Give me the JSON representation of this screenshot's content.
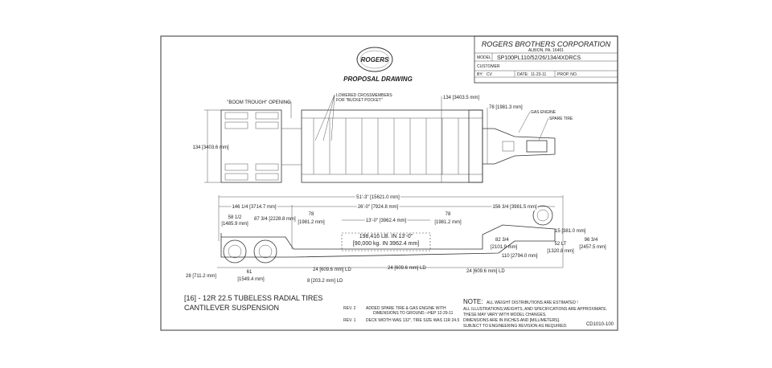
{
  "title_block": {
    "company": "ROGERS BROTHERS CORPORATION",
    "location": "ALBION, PA. 16401",
    "model_label": "MODEL",
    "model": "SP100PL110/52/26/134/4XDRCS",
    "customer_label": "CUSTOMER",
    "by_label": "BY:",
    "by": "CV",
    "date_label": "DATE:",
    "date": "11-23-11",
    "prop_label": "PROP. NO."
  },
  "logo": {
    "text": "ROGERS"
  },
  "heading": "PROPOSAL DRAWING",
  "plan_view": {
    "boom_trough": "\"BOOM TROUGH\" OPENING",
    "crossmembers": "LOWERED CROSSMEMBERS",
    "bucket_pocket": "FOR \"BUCKET POCKET\"",
    "width_deck": "134 [3403.5 mm]",
    "width_gooseneck": "78 [1981.3 mm]",
    "gas_engine": "GAS ENGINE",
    "spare_tire": "SPARE TIRE",
    "overall_width": "134 [3403.6 mm]"
  },
  "side_view": {
    "overall_length": "51'-3\" [15621.0 mm]",
    "rear_length": "146 1/4 [3714.7 mm]",
    "deck_length": "26'-0\" [7924.8 mm]",
    "neck_length": "156 3/4 [3981.5 mm]",
    "axle_a": "58 1/2",
    "axle_a_mm": "[1485.9 mm]",
    "axle_b": "87 3/4 [2228.8 mm]",
    "deck_left": "78",
    "deck_left_mm": "[1981.2 mm]",
    "deck_right": "78",
    "deck_right_mm": "[1981.2 mm]",
    "load_span": "13'-0\" [3962.4 mm]",
    "load_lb": "198,416 LB. IN 13'-0\"",
    "load_kg": "[90,000 kg. IN 3962.4 mm]",
    "deck_height": "28 [711.2 mm]",
    "axle_spread": "61",
    "axle_spread_mm": "[1549.4 mm]",
    "ld1": "24 [609.6 mm] LD",
    "ld2": "8 [203.2 mm] LD",
    "ld3": "24 [609.6 mm] LD",
    "ld4": "24 [609.6 mm] LD",
    "neck_15": "15 [381.0 mm]",
    "neck_82": "82 3/4",
    "neck_82_mm": "[2101.9 mm]",
    "neck_110": "110 [2794.0 mm]",
    "neck_52": "52 LT",
    "neck_52_mm": "[1320.8 mm]",
    "neck_96": "96 3/4",
    "neck_96_mm": "[2457.5 mm]"
  },
  "specs": {
    "tires": "[16] - 12R 22.5 TUBELESS RADIAL TIRES",
    "suspension": "CANTILEVER SUSPENSION"
  },
  "revisions": [
    {
      "rev": "REV. 2",
      "text": "ADDED SPARE TIRE & GAS ENGINE WITH",
      "text2": "DIMENSIONS TO GROUND.--HEP 12-29-11"
    },
    {
      "rev": "REV. 1",
      "text": "DECK WIDTH WAS 132\", TIRE SIZE WAS 11R 24.5",
      "text2": ""
    }
  ],
  "note": {
    "label": "NOTE:",
    "lines": [
      "ALL WEIGHT DISTRIBUTIONS ARE ESTIMATED !",
      "ALL ILLUSTRATIONS,WEIGHTS, AND SPECIFICATIONS ARE APPROXIMATE.",
      "THESE MAY VARY WITH MODEL CHANGES.",
      "DIMENSIONS ARE IN INCHES AND [MILLIMETERS].",
      "SUBJECT TO ENGINEERING REVISION AS REQUIRED."
    ]
  },
  "drawing_number": "CD1010-100"
}
